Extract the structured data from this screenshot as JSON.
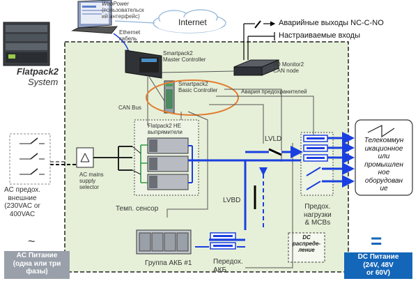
{
  "labels": {
    "webpower": "WebPower",
    "webpower_sub": "(пользовательск\nий интерфейс)",
    "internet": "Internet",
    "ethernet": "Ethernet\nкабель",
    "alarm_outputs": "Аварийные выходы NC-C-NO",
    "config_inputs": "Настраиваемые входы",
    "flatpack_title": "Flatpack2",
    "flatpack_system": "System",
    "smartpack_master": "Smartpack2\nMaster Controller",
    "io_monitor": "I/O Monitor2\nCAN node",
    "smartpack_basic": "Smartpack2\nBasic Controller",
    "fuse_alarm": "Авария предохранителей",
    "can_bus": "CAN Bus",
    "rectifiers": "Flatpack2 HE\nвыпрямители",
    "lvld": "LVLD",
    "ac_selector": "AC mains\nsupply\nselector",
    "temp_sensor": "Темп. сенсор",
    "lvbd": "LVBD",
    "load_fuses": "Предох.\nнагрузки\n& MCBs",
    "ac_input": "AC предох.\nвнешние\n(230VAC or\n400VAC",
    "battery_group": "Группа АКБ #1",
    "battery_fuse": "Передох.\nАКБ",
    "dc_distribution": "DC\nраспреде-\nление",
    "telecom": "Телекоммун\nикационное\nили\nпромышлен\nное\nоборудован\nие",
    "ac_power_box": "AC Питание\n(одна или три\nфазы)",
    "dc_power_box": "DC Питание\n(24V, 48V\nor 60V)",
    "ac_symbol": "~",
    "dc_symbol": "="
  },
  "colors": {
    "system_fill": "#e6f0d8",
    "dc_line": "#1a3fe0",
    "ac_box": "#9aa0aa",
    "dc_box": "#1466b8",
    "highlight": "#e27b30"
  }
}
